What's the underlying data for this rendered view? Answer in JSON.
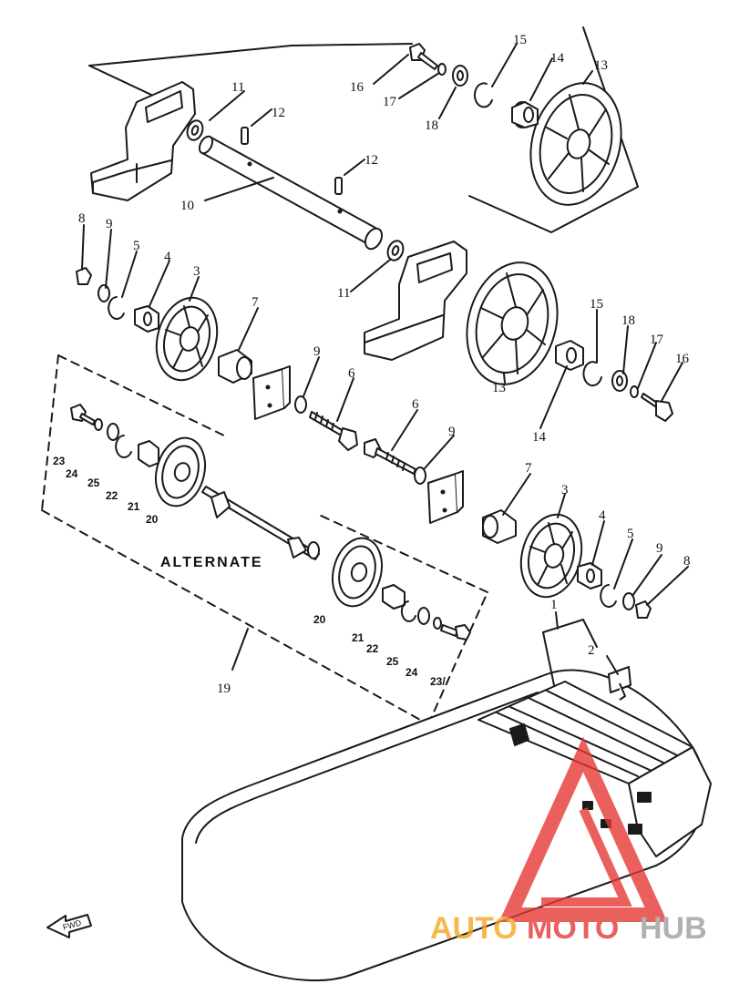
{
  "callouts": {
    "c1": "1",
    "c2": "2",
    "c3a": "3",
    "c3b": "3",
    "c4a": "4",
    "c4b": "4",
    "c5a": "5",
    "c5b": "5",
    "c6a": "6",
    "c6b": "6",
    "c7a": "7",
    "c7b": "7",
    "c8a": "8",
    "c8b": "8",
    "c9a": "9",
    "c9b": "9",
    "c9c": "9",
    "c9d": "9",
    "c10": "10",
    "c11a": "11",
    "c11b": "11",
    "c12a": "12",
    "c12b": "12",
    "c13a": "13",
    "c13b": "13",
    "c14a": "14",
    "c14b": "14",
    "c15a": "15",
    "c15b": "15",
    "c16a": "16",
    "c16b": "16",
    "c17a": "17",
    "c17b": "17",
    "c18a": "18",
    "c18b": "18",
    "c19": "19",
    "c20a": "20",
    "c20b": "20",
    "c21a": "21",
    "c21b": "21",
    "c22a": "22",
    "c22b": "22",
    "c23a": "23",
    "c23b": "23/",
    "c24a": "24",
    "c24b": "24",
    "c25a": "25",
    "c25b": "25"
  },
  "alternate_label": "ALTERNATE",
  "fwd_label": "FWD",
  "watermark": {
    "part1": "AUTO",
    "part2": "MOTO",
    "part3": "HUB",
    "color_orange": "#f5a623",
    "color_red": "#e53935",
    "color_gray": "#9e9e9e"
  }
}
